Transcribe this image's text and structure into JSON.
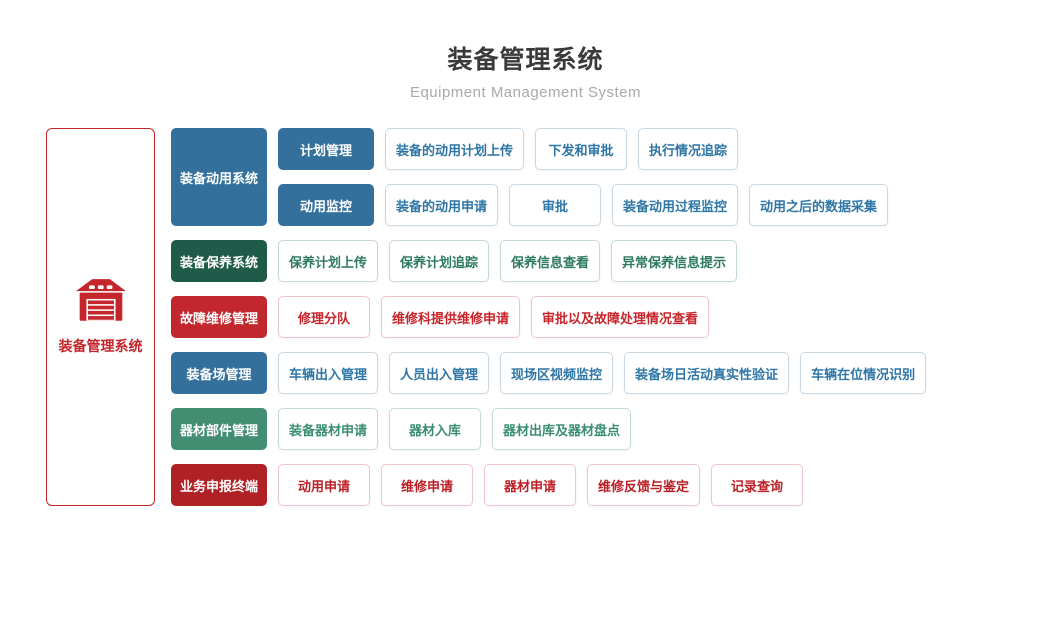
{
  "header": {
    "title": "装备管理系统",
    "subtitle": "Equipment Management System"
  },
  "root": {
    "label": "装备管理系统",
    "icon": "garage-icon",
    "accent_color": "#c4262b"
  },
  "themes": {
    "blue": {
      "fill": "#33719c",
      "text": "#2e76a6",
      "border": "#c9d8e3"
    },
    "darkgreen": {
      "fill": "#1e5b49",
      "text": "#2e7a60",
      "border": "#c6dad1"
    },
    "red": {
      "fill": "#c1272d",
      "text": "#c8252b",
      "border": "#f0c5c7"
    },
    "green": {
      "fill": "#438e72",
      "text": "#3b8e71",
      "border": "#c6dcd2"
    },
    "darkred": {
      "fill": "#b02126",
      "text": "#bc2026",
      "border": "#f0c6c8"
    }
  },
  "systems": [
    {
      "label": "装备动用系统",
      "theme": "blue",
      "subsystems": [
        {
          "label": "计划管理",
          "items": [
            "装备的动用计划上传",
            "下发和审批",
            "执行情况追踪"
          ]
        },
        {
          "label": "动用监控",
          "items": [
            "装备的动用申请",
            "审批",
            "装备动用过程监控",
            "动用之后的数据采集"
          ]
        }
      ]
    },
    {
      "label": "装备保养系统",
      "theme": "darkgreen",
      "items": [
        "保养计划上传",
        "保养计划追踪",
        "保养信息查看",
        "异常保养信息提示"
      ]
    },
    {
      "label": "故障维修管理",
      "theme": "red",
      "items": [
        "修理分队",
        "维修科提供维修申请",
        "审批以及故障处理情况查看"
      ]
    },
    {
      "label": "装备场管理",
      "theme": "blue",
      "items": [
        "车辆出入管理",
        "人员出入管理",
        "现场区视频监控",
        "装备场日活动真实性验证",
        "车辆在位情况识别"
      ]
    },
    {
      "label": "器材部件管理",
      "theme": "green",
      "items": [
        "装备器材申请",
        "器材入库",
        "器材出库及器材盘点"
      ]
    },
    {
      "label": "业务申报终端",
      "theme": "darkred",
      "items": [
        "动用申请",
        "维修申请",
        "器材申请",
        "维修反馈与鉴定",
        "记录查询"
      ]
    }
  ]
}
